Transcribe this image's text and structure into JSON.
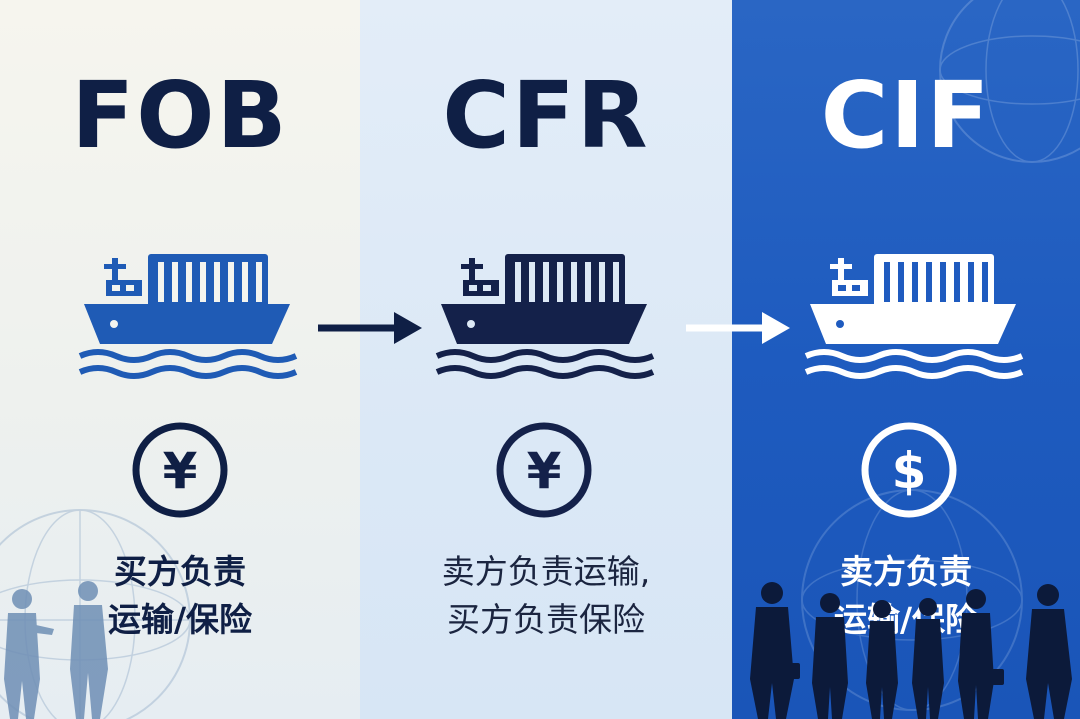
{
  "panels": [
    {
      "id": "fob",
      "title": "FOB",
      "currency_symbol": "¥",
      "desc_line1": "买方负责",
      "desc_line2": "运输/保险"
    },
    {
      "id": "cfr",
      "title": "CFR",
      "currency_symbol": "¥",
      "desc_line1": "卖方负责运输,",
      "desc_line2": "买方负责保险"
    },
    {
      "id": "cif",
      "title": "CIF",
      "currency_symbol": "$",
      "desc_line1": "卖方负责",
      "desc_line2": "运输/保险"
    }
  ],
  "colors": {
    "navy": "#0f1f45",
    "fob_ship": "#1f5bb5",
    "cfr_ship": "#14214a",
    "cif_ship": "#ffffff",
    "cif_bg": "#1e5bbf"
  },
  "icons": [
    "container-ship-icon",
    "yen-coin-icon",
    "dollar-coin-icon",
    "arrow-right-icon",
    "globe-icon",
    "businessmen-silhouette"
  ]
}
